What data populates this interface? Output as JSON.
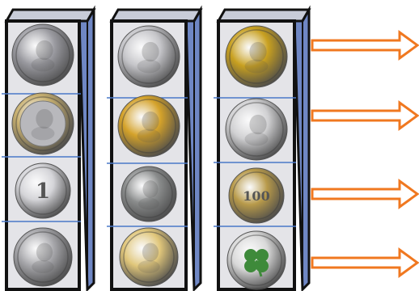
{
  "columns": [
    {
      "id": "column-1",
      "coins": [
        {
          "icon": "portrait-coin-icon",
          "metal": "silver",
          "color": "#9a9aa0",
          "numeral": ""
        },
        {
          "icon": "bimetallic-coin-icon",
          "metal": "bimetal",
          "color": "#c8b070",
          "numeral": ""
        },
        {
          "icon": "ruble-coin-icon",
          "metal": "silver",
          "color": "#d4d4d8",
          "numeral": "1"
        },
        {
          "icon": "seated-figure-coin-icon",
          "metal": "silver",
          "color": "#a6a6aa",
          "numeral": ""
        }
      ]
    },
    {
      "id": "column-2",
      "coins": [
        {
          "icon": "statue-coin-icon",
          "metal": "silver",
          "color": "#c4c4c8",
          "numeral": ""
        },
        {
          "icon": "tsar-gold-coin-icon",
          "metal": "gold",
          "color": "#d4a22a",
          "numeral": ""
        },
        {
          "icon": "figure-silver-coin-icon",
          "metal": "silver",
          "color": "#8a8c8c",
          "numeral": ""
        },
        {
          "icon": "standing-figure-gold-coin-icon",
          "metal": "gold",
          "color": "#e0c67a",
          "numeral": ""
        }
      ]
    },
    {
      "id": "column-3",
      "coins": [
        {
          "icon": "empress-gold-coin-icon",
          "metal": "gold",
          "color": "#c8a020",
          "numeral": ""
        },
        {
          "icon": "relief-silver-coin-icon",
          "metal": "silver",
          "color": "#d0d0d2",
          "numeral": ""
        },
        {
          "icon": "numeral-100-coin-icon",
          "metal": "brass",
          "color": "#b89a4a",
          "numeral": "100"
        },
        {
          "icon": "shamrock-coin-icon",
          "metal": "silver",
          "color": "#d8d8d8",
          "numeral": ""
        }
      ]
    }
  ],
  "arrows": [
    {
      "icon": "arrow-right-icon",
      "color": "#f07820"
    },
    {
      "icon": "arrow-right-icon",
      "color": "#f07820"
    },
    {
      "icon": "arrow-right-icon",
      "color": "#f07820"
    },
    {
      "icon": "arrow-right-icon",
      "color": "#f07820"
    }
  ],
  "colors": {
    "column_fill": "#e4e4e8",
    "column_border": "#111111",
    "side_panel": "#6f87c4",
    "divider": "#4a78c8",
    "arrow": "#f07820"
  }
}
